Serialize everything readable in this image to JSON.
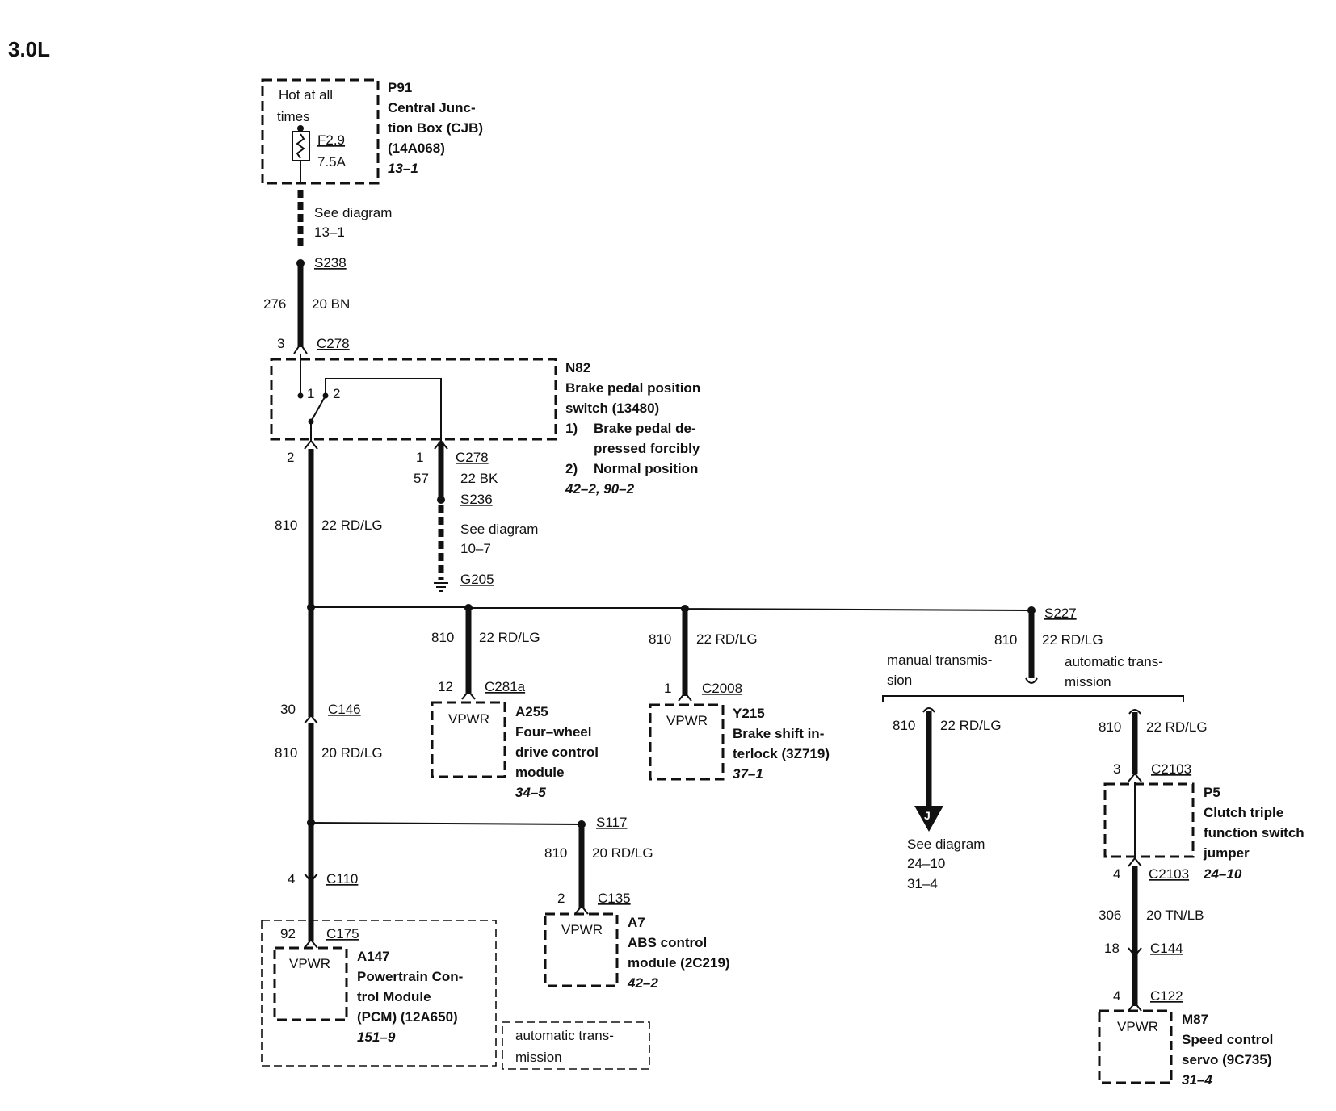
{
  "title": "3.0L",
  "p91": {
    "hot": [
      "Hot at all",
      "times"
    ],
    "fuse_id": "F2.9",
    "fuse_rating": "7.5A",
    "id": "P91",
    "name": [
      "Central Junc-",
      "tion Box (CJB)",
      "(14A068)"
    ],
    "ref": "13–1"
  },
  "see1": [
    "See diagram",
    "13–1"
  ],
  "s238": "S238",
  "w276": {
    "circuit": "276",
    "wire": "20 BN"
  },
  "c278_top": {
    "pin": "3",
    "conn": "C278"
  },
  "n82": {
    "id": "N82",
    "name": [
      "Brake pedal position",
      "switch (13480)"
    ],
    "note1_num": "1)",
    "note1": [
      "Brake pedal de-",
      "pressed forcibly"
    ],
    "note2_num": "2)",
    "note2": "Normal position",
    "ref": "42–2, 90–2",
    "pin1": "1",
    "pin2": "2"
  },
  "main_left": {
    "pin": "2",
    "circuit": "810",
    "wire": "22 RD/LG"
  },
  "gnd_branch": {
    "pin": "1",
    "conn": "C278",
    "circuit": "57",
    "wire": "22 BK",
    "splice": "S236",
    "see": [
      "See diagram",
      "10–7"
    ],
    "ground": "G205"
  },
  "a255": {
    "circuit": "810",
    "wire": "22 RD/LG",
    "pin": "12",
    "conn": "C281a",
    "term": "VPWR",
    "id": "A255",
    "name": [
      "Four–wheel",
      "drive control",
      "module"
    ],
    "ref": "34–5"
  },
  "y215": {
    "circuit": "810",
    "wire": "22 RD/LG",
    "pin": "1",
    "conn": "C2008",
    "term": "VPWR",
    "id": "Y215",
    "name": [
      "Brake shift in-",
      "terlock (3Z719)"
    ],
    "ref": "37–1"
  },
  "s227": {
    "splice": "S227",
    "circuit": "810",
    "wire": "22 RD/LG",
    "manual": [
      "manual transmis-",
      "sion"
    ],
    "auto": [
      "automatic trans-",
      "mission"
    ]
  },
  "manual_branch": {
    "circuit": "810",
    "wire": "22 RD/LG",
    "marker": "J",
    "see": [
      "See diagram",
      "24–10",
      "31–4"
    ]
  },
  "auto_branch": {
    "circuit": "810",
    "wire": "22 RD/LG",
    "pin_top": "3",
    "conn_top": "C2103",
    "id": "P5",
    "name": [
      "Clutch triple",
      "function switch",
      "jumper"
    ],
    "ref": "24–10",
    "pin_bot": "4",
    "conn_bot": "C2103",
    "circuit2": "306",
    "wire2": "20 TN/LB",
    "pin_c144": "18",
    "conn_c144": "C144",
    "pin_c122": "4",
    "conn_c122": "C122",
    "term": "VPWR",
    "m87_id": "M87",
    "m87_name": [
      "Speed control",
      "servo (9C735)"
    ],
    "m87_ref": "31–4"
  },
  "c146": {
    "pin": "30",
    "conn": "C146",
    "circuit": "810",
    "wire": "20 RD/LG"
  },
  "a7": {
    "splice": "S117",
    "circuit": "810",
    "wire": "20 RD/LG",
    "pin": "2",
    "conn": "C135",
    "term": "VPWR",
    "id": "A7",
    "name": [
      "ABS control",
      "module (2C219)"
    ],
    "ref": "42–2"
  },
  "c110": {
    "pin": "4",
    "conn": "C110"
  },
  "a147": {
    "pin": "92",
    "conn": "C175",
    "term": "VPWR",
    "id": "A147",
    "name": [
      "Powertrain Con-",
      "trol Module",
      "(PCM) (12A650)"
    ],
    "ref": "151–9",
    "auto": [
      "automatic trans-",
      "mission"
    ]
  }
}
